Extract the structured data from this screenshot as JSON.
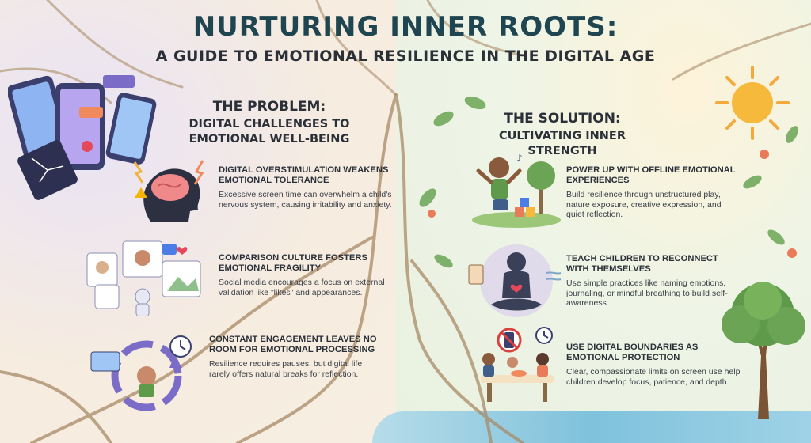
{
  "header": {
    "title": "NURTURING INNER ROOTS:",
    "subtitle": "A GUIDE TO EMOTIONAL RESILIENCE IN THE DIGITAL AGE"
  },
  "problem": {
    "heading": "THE PROBLEM:",
    "subheading_line1": "DIGITAL CHALLENGES TO",
    "subheading_line2": "EMOTIONAL WELL-BEING",
    "items": [
      {
        "title": "DIGITAL OVERSTIMULATION WEAKENS EMOTIONAL TOLERANCE",
        "body": "Excessive screen time can overwhelm a child's nervous system, causing irritability and anxiety."
      },
      {
        "title": "COMPARISON CULTURE FOSTERS EMOTIONAL FRAGILITY",
        "body": "Social media encourages a focus on external validation like \"likes\" and appearances."
      },
      {
        "title": "CONSTANT ENGAGEMENT LEAVES NO ROOM FOR EMOTIONAL PROCESSING",
        "body": "Resilience requires pauses, but digital life rarely offers natural breaks for reflection."
      }
    ]
  },
  "solution": {
    "heading": "THE SOLUTION:",
    "subheading": "CULTIVATING INNER STRENGTH",
    "items": [
      {
        "title": "POWER UP WITH OFFLINE EMOTIONAL EXPERIENCES",
        "body": "Build resilience through unstructured play, nature exposure, creative expression, and quiet reflection."
      },
      {
        "title": "TEACH CHILDREN TO RECONNECT WITH THEMSELVES",
        "body": "Use simple practices like naming emotions, journaling, or mindful breathing to build self-awareness."
      },
      {
        "title": "USE DIGITAL BOUNDARIES AS EMOTIONAL PROTECTION",
        "body": "Clear, compassionate limits on screen use help children develop focus, patience, and depth."
      }
    ]
  },
  "icons": {
    "phones": "cracked-phone-icon",
    "brain": "overstimulated-brain-icon",
    "social": "social-comparison-icon",
    "cycle": "constant-engagement-cycle-icon",
    "play": "child-playing-icon",
    "meditate": "meditation-icon",
    "boundary": "no-phone-dinner-icon",
    "sun": "sun-icon",
    "tree": "tree-icon"
  },
  "colors": {
    "title": "#1f4650",
    "problem_accent": "#7b6cc7",
    "solution_accent": "#5f9a4a",
    "river": "#7fc2dc",
    "sun": "#f4a93b"
  }
}
